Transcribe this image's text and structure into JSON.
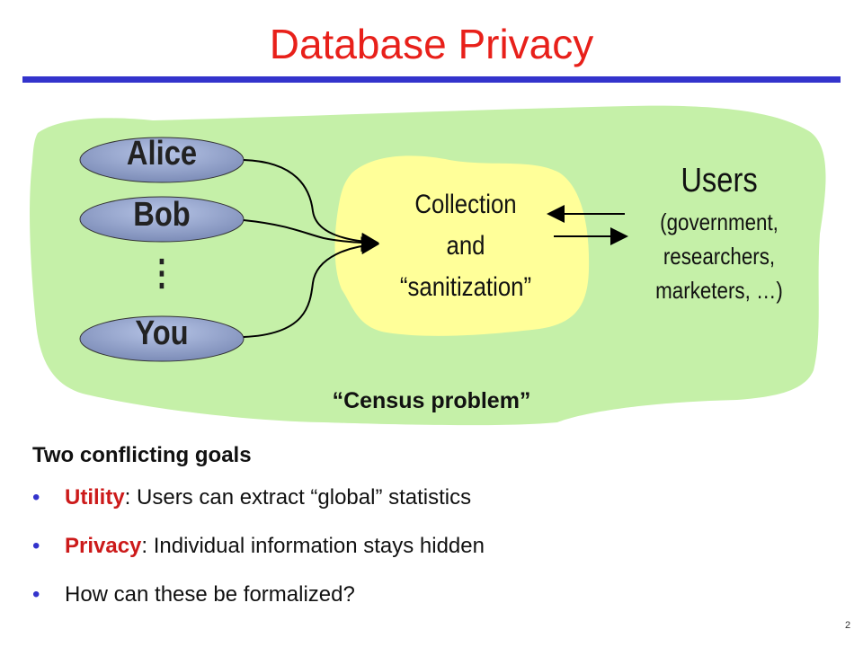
{
  "slide": {
    "title": "Database Privacy",
    "page_number": "2"
  },
  "diagram": {
    "people": [
      "Alice",
      "Bob",
      "⋮",
      "You"
    ],
    "collection": {
      "line1": "Collection",
      "line2": "and",
      "line3": "“sanitization”"
    },
    "users": {
      "title": "Users",
      "line1": "(government,",
      "line2": "researchers,",
      "line3": "marketers, …)"
    },
    "caption": "“Census problem”",
    "colors": {
      "outer_blob": "#c5f0a8",
      "inner_blob": "#ffff99",
      "ellipse": "#8ea0c8",
      "arrow": "#000000"
    }
  },
  "goals": {
    "heading": "Two conflicting goals",
    "bullets": [
      {
        "marker": "•",
        "keyword": "Utility",
        "text": ": Users can extract “global” statistics"
      },
      {
        "marker": "•",
        "keyword": "Privacy",
        "text": ": Individual information stays hidden"
      },
      {
        "marker": "•",
        "keyword": "",
        "text": "How can these be formalized?"
      }
    ]
  },
  "colors": {
    "title": "#e8201a",
    "rule": "#3333cc",
    "keyword": "#cc1a1a"
  }
}
